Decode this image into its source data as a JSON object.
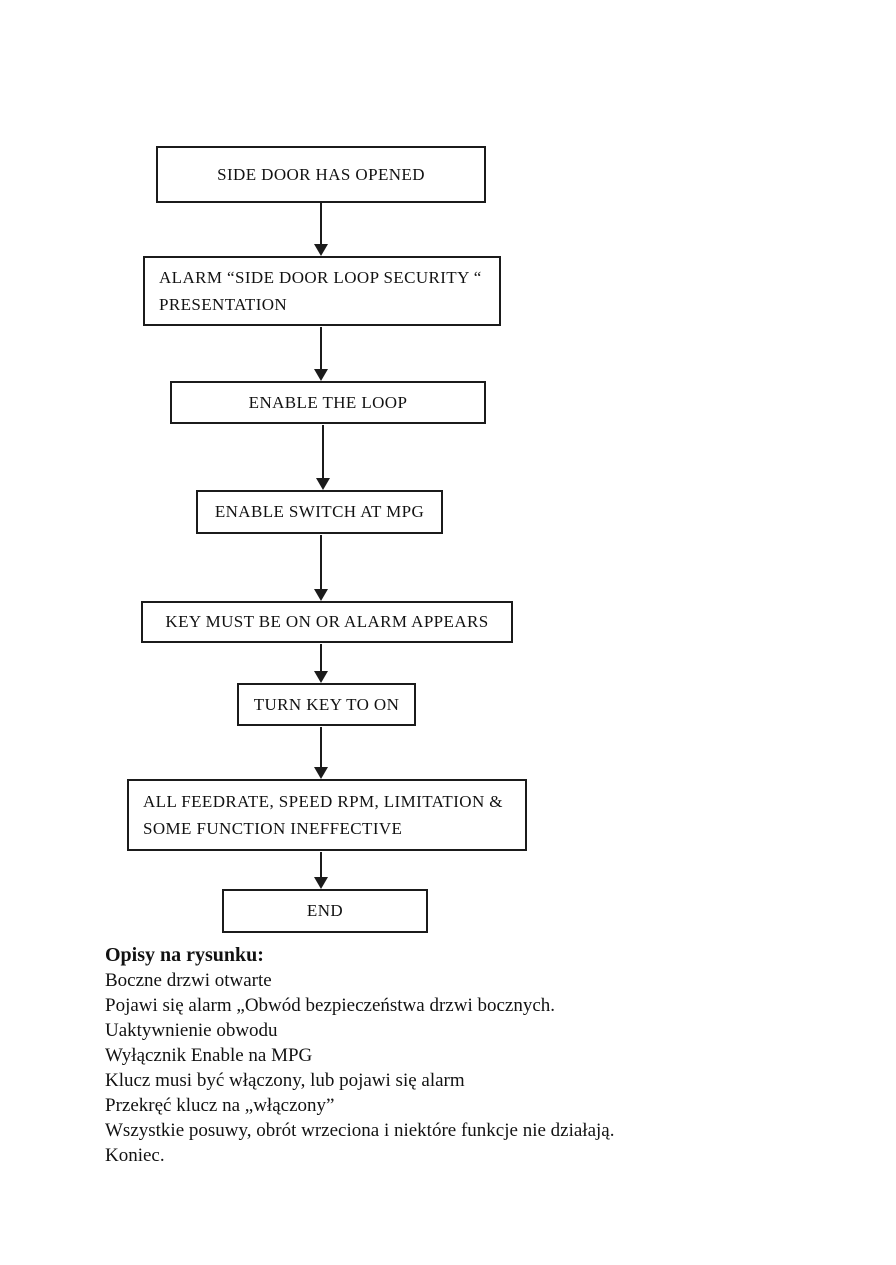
{
  "colors": {
    "ink": "#1b1b1b",
    "paper": "#ffffff"
  },
  "flowchart": {
    "boxes": [
      "SIDE DOOR HAS OPENED",
      "ALARM “SIDE DOOR LOOP SECURITY “\nPRESENTATION",
      "ENABLE THE LOOP",
      "ENABLE SWITCH AT MPG",
      "KEY MUST BE ON OR ALARM APPEARS",
      "TURN KEY TO ON",
      "ALL FEEDRATE, SPEED RPM, LIMITATION &\nSOME FUNCTION INEFFECTIVE",
      "END"
    ]
  },
  "captions": {
    "heading": "Opisy na rysunku:",
    "lines": [
      "Boczne drzwi otwarte",
      "Pojawi się alarm „Obwód bezpieczeństwa drzwi bocznych.",
      "Uaktywnienie obwodu",
      "Wyłącznik Enable na MPG",
      "Klucz musi być włączony, lub pojawi się alarm",
      "Przekręć klucz na „włączony”",
      "Wszystkie posuwy, obrót wrzeciona i niektóre funkcje nie działają.",
      "Koniec."
    ]
  }
}
